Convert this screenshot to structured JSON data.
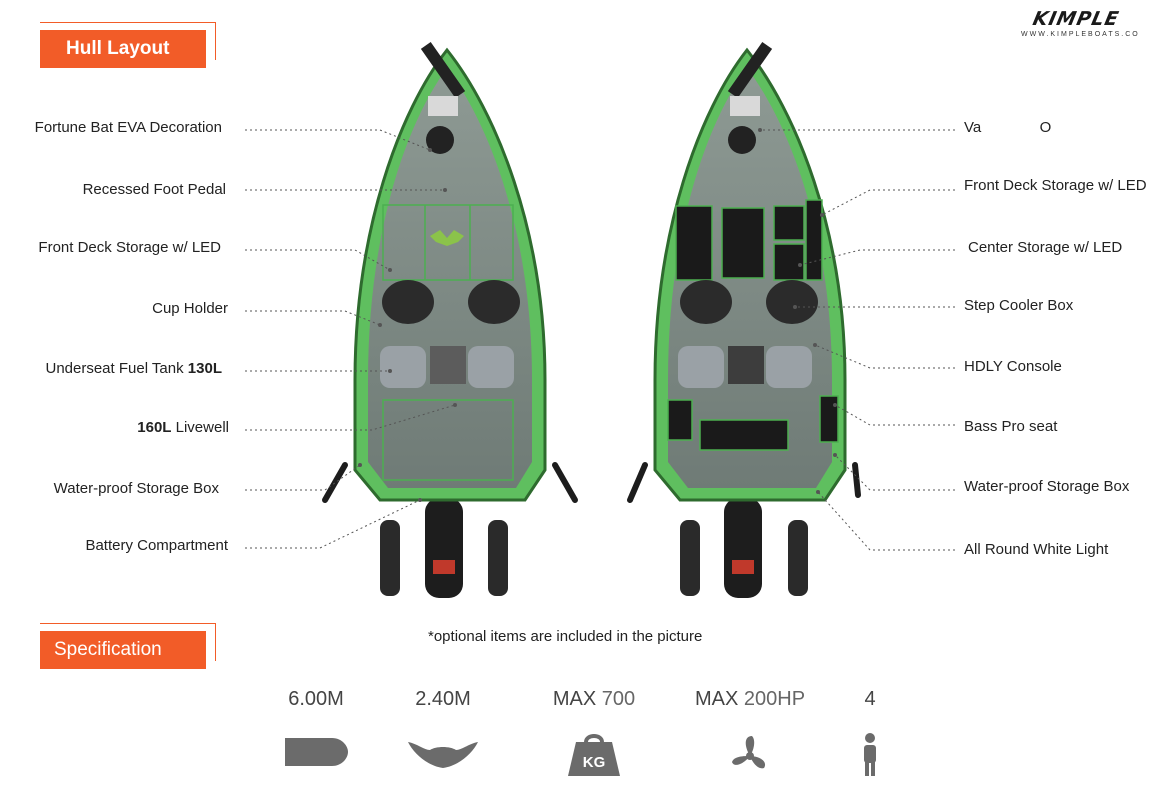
{
  "brand": {
    "logo_text": "KIMPLE",
    "url": "WWW.KIMPLEBOATS.CO"
  },
  "sections": {
    "hull_layout": "Hull Layout",
    "specification": "Specification"
  },
  "left_labels": [
    {
      "text": "Fortune Bat EVA Decoration"
    },
    {
      "text": "Recessed Foot Pedal"
    },
    {
      "text": "Front Deck Storage w/ LED"
    },
    {
      "text": "Cup Holder"
    },
    {
      "text_before": "Underseat Fuel Tank ",
      "text_bold": "130L"
    },
    {
      "text_bold": "160L",
      "text_after": " Livewell"
    },
    {
      "text": "Water-proof Storage Box"
    },
    {
      "text": "Battery Compartment"
    }
  ],
  "right_labels": [
    {
      "text": "Va              O"
    },
    {
      "text": "Front Deck Storage w/ LED"
    },
    {
      "text": "Center Storage w/ LED"
    },
    {
      "text": "Step Cooler Box"
    },
    {
      "text": "HDLY Console"
    },
    {
      "text": "Bass Pro seat"
    },
    {
      "text": "Water-proof Storage Box"
    },
    {
      "text": "All Round White Light"
    }
  ],
  "note": "*optional items are included in the picture",
  "specs": [
    {
      "value": "6.00M",
      "icon": "length-icon"
    },
    {
      "value": "2.40M",
      "icon": "beam-icon"
    },
    {
      "prefix": "MAX ",
      "value": "700",
      "icon": "weight-kg-icon",
      "icon_text": "KG"
    },
    {
      "prefix": "MAX ",
      "value": "200HP",
      "icon": "propeller-icon"
    },
    {
      "value": "4",
      "icon": "person-icon"
    }
  ],
  "colors": {
    "accent": "#f25c28",
    "hull_green": "#5fbf5f",
    "deck_gray": "#7d8a85",
    "icon_gray": "#6b6b6b"
  }
}
